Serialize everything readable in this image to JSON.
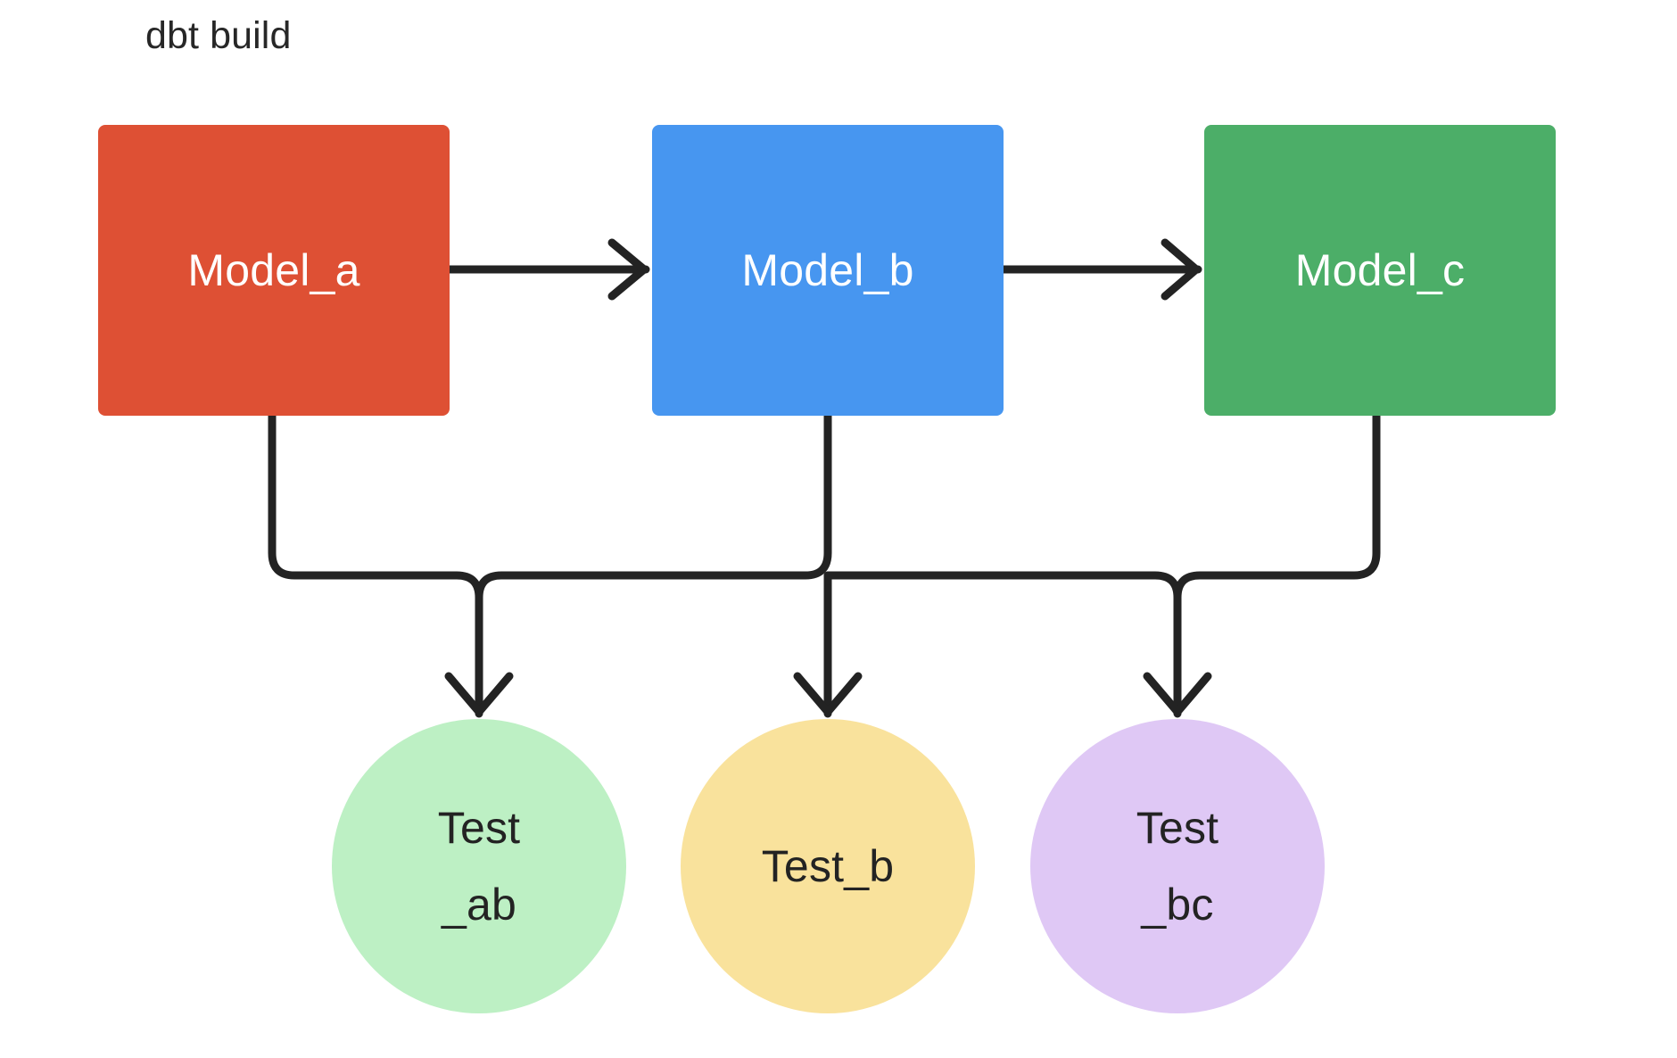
{
  "diagram": {
    "title": "dbt build",
    "title_color": "#272727",
    "background": "#ffffff",
    "edge_color": "#232323",
    "edge_width": 9
  },
  "models": [
    {
      "id": "model_a",
      "label": "Model_a",
      "color": "#DE5034",
      "text_color": "#ffffff",
      "shape": "rectangle"
    },
    {
      "id": "model_b",
      "label": "Model_b",
      "color": "#4796F0",
      "text_color": "#ffffff",
      "shape": "rectangle"
    },
    {
      "id": "model_c",
      "label": "Model_c",
      "color": "#4CAE68",
      "text_color": "#ffffff",
      "shape": "rectangle"
    }
  ],
  "tests": [
    {
      "id": "test_ab",
      "label": "Test\n_ab",
      "color": "#BDF0C4",
      "text_color": "#232323",
      "shape": "circle"
    },
    {
      "id": "test_b",
      "label": "Test_b",
      "color": "#F9E29C",
      "text_color": "#232323",
      "shape": "circle"
    },
    {
      "id": "test_bc",
      "label": "Test\n_bc",
      "color": "#DFC8F5",
      "text_color": "#232323",
      "shape": "circle"
    }
  ],
  "edges": [
    {
      "id": "a-to-b",
      "from": "model_a",
      "to": "model_b",
      "style": "arrow-right"
    },
    {
      "id": "b-to-c",
      "from": "model_b",
      "to": "model_c",
      "style": "arrow-right"
    },
    {
      "id": "a-to-ab",
      "from": "model_a",
      "to": "test_ab",
      "style": "elbow-down"
    },
    {
      "id": "b-to-ab",
      "from": "model_b",
      "to": "test_ab",
      "style": "elbow-down"
    },
    {
      "id": "b-to-b",
      "from": "model_b",
      "to": "test_b",
      "style": "straight-down"
    },
    {
      "id": "b-to-bc",
      "from": "model_b",
      "to": "test_bc",
      "style": "elbow-down"
    },
    {
      "id": "c-to-bc",
      "from": "model_c",
      "to": "test_bc",
      "style": "elbow-down"
    }
  ]
}
